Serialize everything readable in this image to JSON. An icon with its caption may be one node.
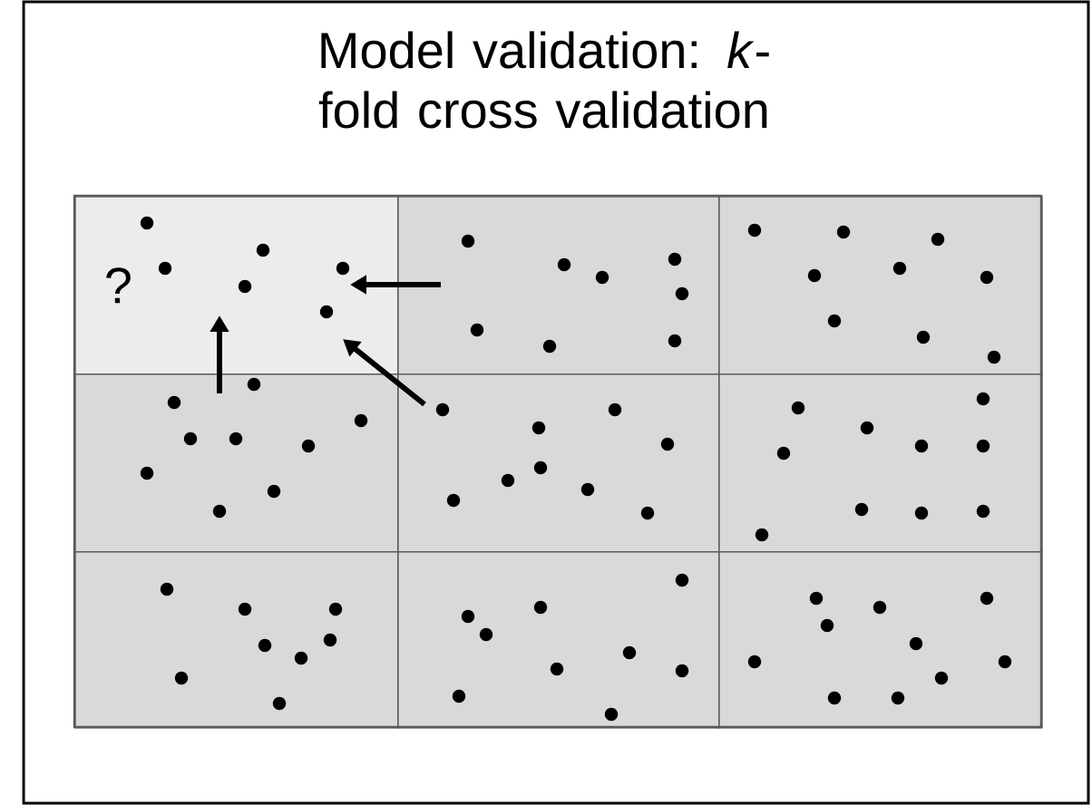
{
  "diagram": {
    "title": "Model validation: *k*-fold cross validation",
    "nodes": [
      {
        "text": [
          "?"
        ]
      },
      {
        "text": [],
        "shape": "box"
      },
      {
        "text": [],
        "shape": "box"
      },
      {
        "text": [],
        "shape": "box"
      },
      {
        "text": [],
        "shape": "box"
      },
      {
        "text": [],
        "shape": "box"
      },
      {
        "text": [],
        "shape": "box"
      },
      {
        "text": [],
        "shape": "box"
      },
      {
        "text": [],
        "shape": "box"
      }
    ],
    "edges": [
      {
        "from": 1,
        "to": 0,
        "arrow": "to"
      },
      {
        "from": 3,
        "to": 0,
        "arrow": "to"
      },
      {
        "from": 4,
        "to": 0,
        "arrow": "to"
      }
    ]
  }
}
